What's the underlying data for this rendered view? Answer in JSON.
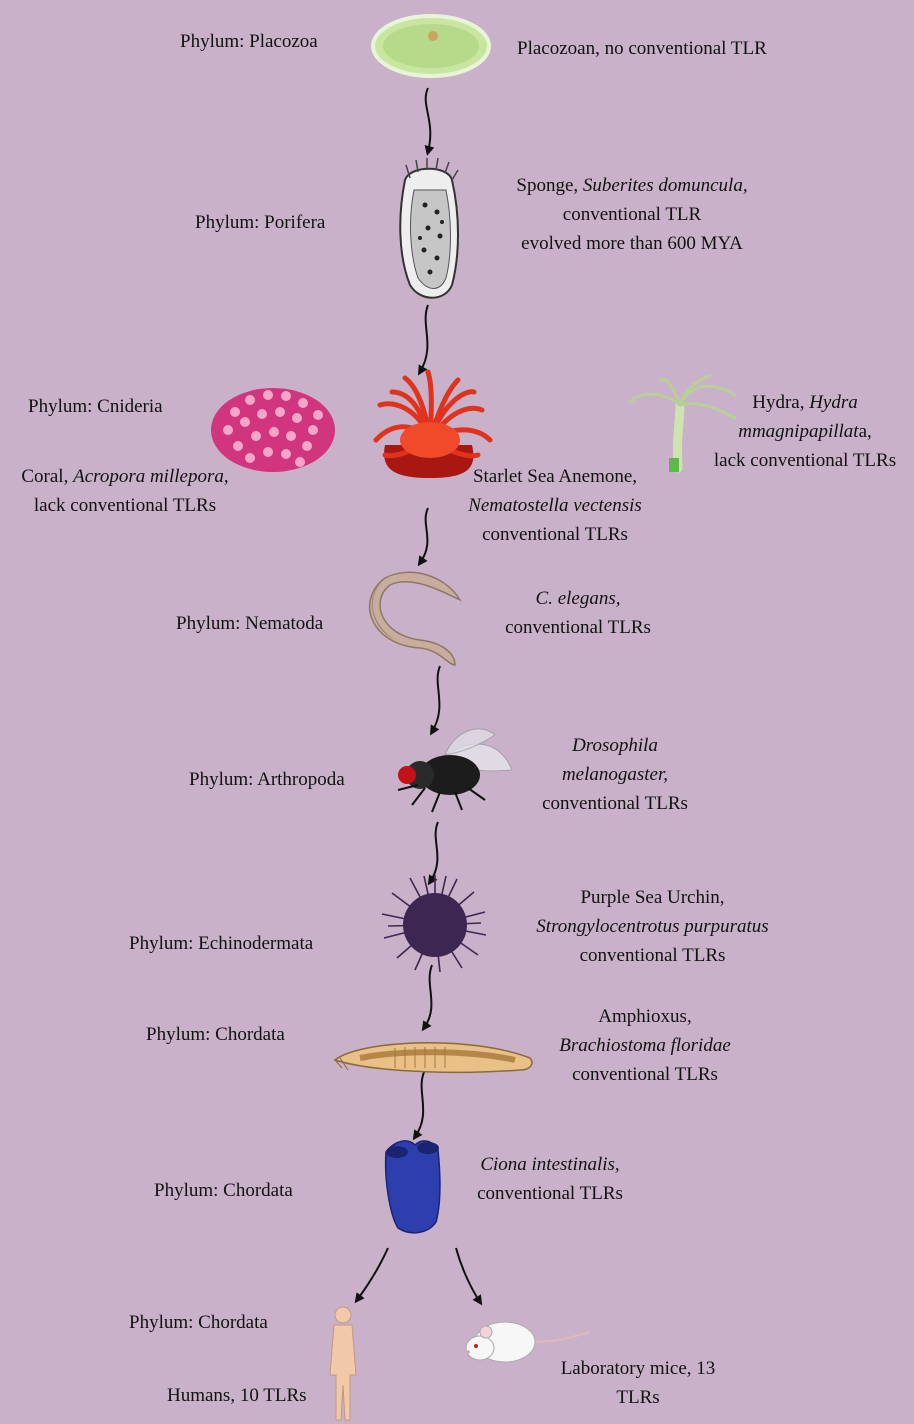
{
  "phyla": {
    "placozoa": "Phylum: Placozoa",
    "porifera": "Phylum: Porifera",
    "cnideria": "Phylum: Cnideria",
    "nematoda": "Phylum: Nematoda",
    "arthropoda": "Phylum: Arthropoda",
    "echinodermata": "Phylum: Echinodermata",
    "chordata_1": "Phylum: Chordata",
    "chordata_2": "Phylum: Chordata",
    "chordata_3": "Phylum: Chordata"
  },
  "organisms": {
    "placozoan": {
      "text": "Placozoan, no conventional TLR"
    },
    "sponge": {
      "name": "Sponge, ",
      "species": "Suberites domuncula,",
      "line2": "conventional TLR",
      "line3": "evolved more than 600 MYA"
    },
    "coral": {
      "name": "Coral, ",
      "species": "Acropora millepora",
      "suffix": ",",
      "line2": "lack conventional TLRs"
    },
    "anemone": {
      "name": "Starlet Sea Anemone,",
      "species": "Nematostella vectensis",
      "line3": "conventional TLRs"
    },
    "hydra": {
      "name": "Hydra, ",
      "species1": "Hydra",
      "species2": "mmagnipapillat",
      "suffix": "a,",
      "line3": "lack conventional TLRs"
    },
    "celegans": {
      "species": "C. elegans,",
      "line2": "conventional TLRs"
    },
    "drosophila": {
      "species1": "Drosophila",
      "species2": "melanogaster,",
      "line3": "conventional TLRs"
    },
    "urchin": {
      "name": "Purple Sea Urchin,",
      "species": "Strongylocentrotus purpuratus",
      "line3": "conventional TLRs"
    },
    "amphioxus": {
      "name": "Amphioxus,",
      "species": "Brachiostoma floridae",
      "line3": "conventional TLRs"
    },
    "ciona": {
      "species": "Ciona intestinalis,",
      "line2": "conventional TLRs"
    },
    "humans": {
      "text": "Humans, 10 TLRs"
    },
    "mice": {
      "line1": "Laboratory mice, 13",
      "line2": "TLRs"
    }
  },
  "colors": {
    "background": "#c9b2c9",
    "placozoan": "#c8e6a0",
    "sponge": "#d8d8d8",
    "coral": "#d0357e",
    "anemone": "#e0321c",
    "hydra": "#cfe3b0",
    "worm": "#c7ad9b",
    "fly": "#1c1c1c",
    "urchin": "#3d2752",
    "amphioxus": "#e9c085",
    "ciona": "#2d3fae",
    "human": "#f2c9a8",
    "mouse": "#f7f7f7"
  }
}
